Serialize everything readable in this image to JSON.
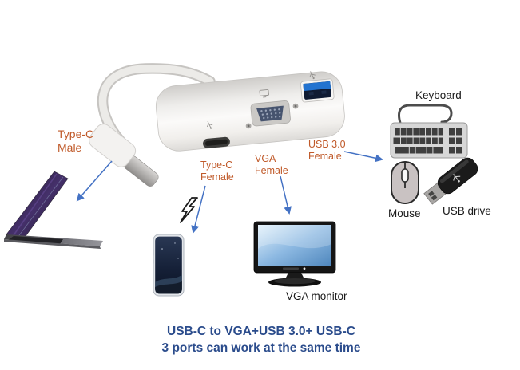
{
  "port_labels": {
    "type_c_male": {
      "line1": "Type-C",
      "line2": "Male"
    },
    "type_c_female": {
      "line1": "Type-C",
      "line2": "Female"
    },
    "vga_female": {
      "line1": "VGA",
      "line2": "Female"
    },
    "usb3_female": {
      "line1": "USB 3.0",
      "line2": "Female"
    }
  },
  "device_labels": {
    "keyboard": "Keyboard",
    "mouse": "Mouse",
    "usb_drive": "USB drive",
    "vga_monitor": "VGA monitor"
  },
  "caption": {
    "line1": "USB-C to VGA+USB 3.0+ USB-C",
    "line2": "3 ports can work at the same time"
  },
  "colors": {
    "port_label_orange": "#C05A2A",
    "device_label_black": "#1A1A1A",
    "arrow_blue": "#4472C4",
    "caption_blue": "#2B4C8C",
    "usb3_port_blue": "#2273D0"
  },
  "icons": {
    "lightning_bolt": "lightning-bolt-outline",
    "usb_symbol": "usb-trident-glyph",
    "display_symbol": "monitor-outline-glyph"
  }
}
